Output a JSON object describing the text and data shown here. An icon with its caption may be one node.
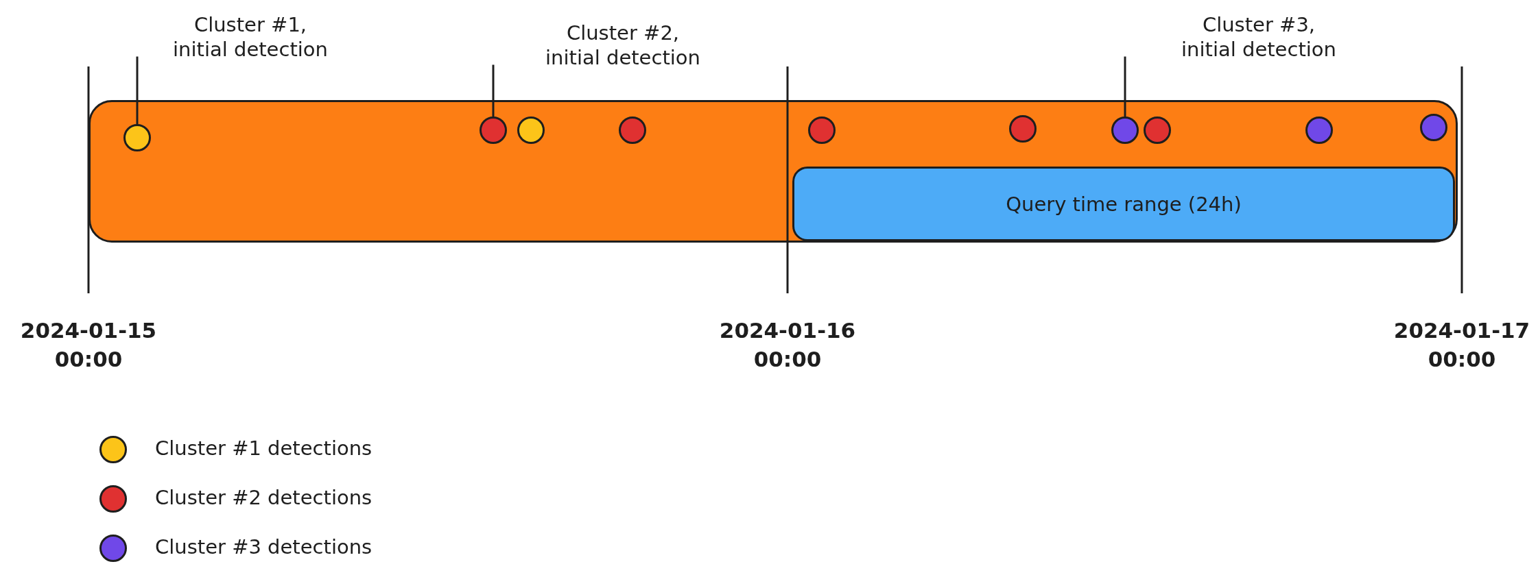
{
  "diagram": {
    "nodes": [
      {
        "text": [
          "Cluster #1, initial detection"
        ]
      },
      {
        "text": [
          "Cluster #2, initial detection"
        ]
      },
      {
        "text": [
          "Cluster #3, initial detection"
        ]
      },
      {
        "text": [],
        "shape": "bar"
      },
      {
        "text": [],
        "shape": "circle",
        "in": 3
      },
      {
        "text": [],
        "shape": "circle",
        "in": 3
      },
      {
        "text": [],
        "shape": "circle",
        "in": 3
      },
      {
        "text": [],
        "shape": "circle",
        "in": 3
      },
      {
        "text": [],
        "shape": "circle",
        "in": 3
      },
      {
        "text": [],
        "shape": "circle",
        "in": 3
      },
      {
        "text": [],
        "shape": "circle",
        "in": 3
      },
      {
        "text": [],
        "shape": "circle",
        "in": 3
      },
      {
        "text": [],
        "shape": "circle",
        "in": 3
      },
      {
        "text": [],
        "shape": "circle",
        "in": 3
      },
      {
        "text": [
          "Query time range (24h)"
        ],
        "in": 3
      }
    ],
    "edges": [
      {
        "from": 0,
        "to": 4,
        "arrow": "none"
      },
      {
        "from": 1,
        "to": 5,
        "arrow": "none"
      },
      {
        "from": 2,
        "to": 10,
        "arrow": "none"
      }
    ],
    "labels": [
      "2024-01-15 00:00",
      "2024-01-16 00:00",
      "2024-01-17 00:00"
    ],
    "legend": [
      {
        "text": "Cluster #1 detections",
        "color": "#fcc419"
      },
      {
        "text": "Cluster #2 detections",
        "color": "#e03131"
      },
      {
        "text": "Cluster #3 detections",
        "color": "#7048e8"
      }
    ]
  }
}
